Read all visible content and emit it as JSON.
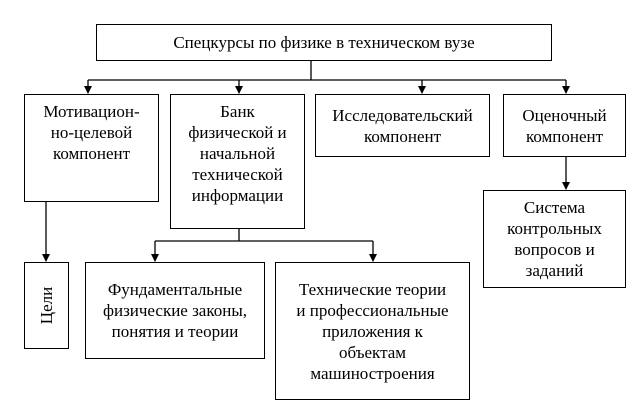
{
  "diagram": {
    "title": "Спецкурсы по физике в техническом вузе",
    "components": {
      "motivational": "Мотивацион-\nно-целевой\nкомпонент",
      "bank": "Банк\nфизической и\nначальной\nтехнической\nинформации",
      "research": "Исследовательский\nкомпонент",
      "evaluation": "Оценочный\nкомпонент"
    },
    "goals": "Цели",
    "fundamental": "Фундаментальные\nфизические законы,\nпонятия и теории",
    "technical": "Технические теории\nи профессиональные\nприложения к\nобъектам\nмашиностроения",
    "tasks": "Система\nконтрольных\nвопросов и\nзаданий"
  }
}
